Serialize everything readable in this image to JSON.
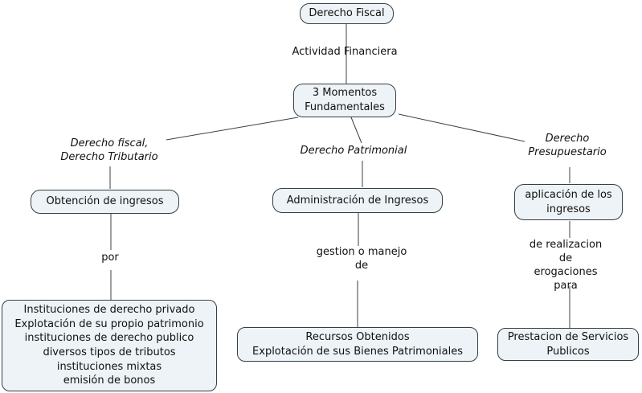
{
  "palette": {
    "background": "#ffffff",
    "node_fill": "#edf3f6",
    "node_border": "#353f44",
    "connector": "#3b4146",
    "text": "#111111"
  },
  "concepts": {
    "derecho_fiscal": "Derecho Fiscal",
    "momentos_fundamentales": "3 Momentos\nFundamentales",
    "obtencion_ingresos": "Obtención de ingresos",
    "administracion_ingresos": "Administración de Ingresos",
    "aplicacion_ingresos": "aplicación de los\ningresos",
    "instituciones": "Instituciones de derecho privado\nExplotación de su propio patrimonio\ninstituciones de derecho publico\ndiversos tipos de tributos\ninstituciones mixtas\nemisión de bonos",
    "recursos_obtenidos": "Recursos Obtenidos\nExplotación de sus Bienes Patrimoniales",
    "prestacion_servicios": "Prestacion de Servicios\nPublicos"
  },
  "linking_phrases": {
    "actividad_financiera": "Actividad Financiera",
    "derecho_fiscal_tributario": "Derecho fiscal,\nDerecho Tributario",
    "derecho_patrimonial": "Derecho Patrimonial",
    "derecho_presupuestario": "Derecho\nPresupuestario",
    "por": "por",
    "gestion_o_manejo": "gestion o manejo\nde",
    "realizacion_erogaciones": "de realizacion de\nerogaciones\npara"
  }
}
